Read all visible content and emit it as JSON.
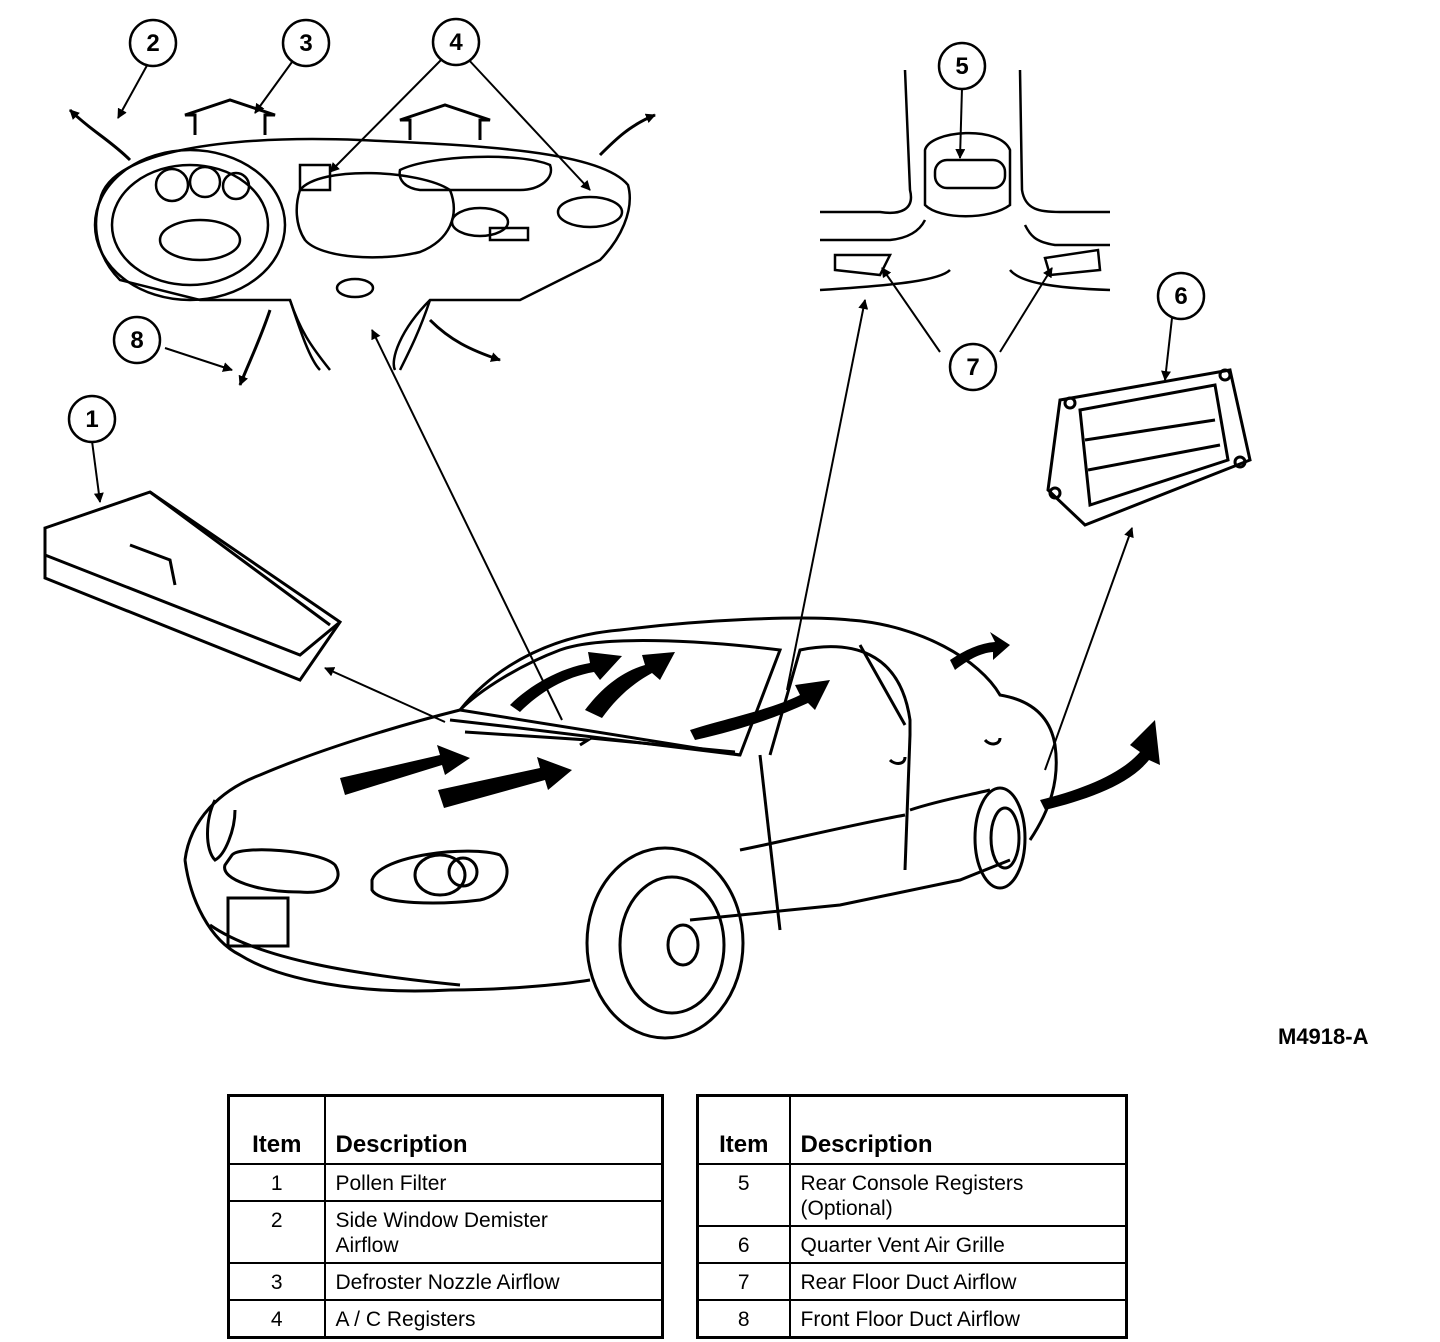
{
  "figure_code": "M4918-A",
  "callouts": [
    "1",
    "2",
    "3",
    "4",
    "5",
    "6",
    "7",
    "8"
  ],
  "legend_left": {
    "headers": {
      "item": "Item",
      "description": "Description"
    },
    "rows": [
      {
        "item": "1",
        "description": "Pollen Filter"
      },
      {
        "item": "2",
        "description": "Side Window Demister Airflow"
      },
      {
        "item": "3",
        "description": "Defroster Nozzle Airflow"
      },
      {
        "item": "4",
        "description": "A / C Registers"
      }
    ]
  },
  "legend_right": {
    "headers": {
      "item": "Item",
      "description": "Description"
    },
    "rows": [
      {
        "item": "5",
        "description": "Rear Console Registers (Optional)"
      },
      {
        "item": "6",
        "description": "Quarter Vent Air Grille"
      },
      {
        "item": "7",
        "description": "Rear Floor Duct Airflow"
      },
      {
        "item": "8",
        "description": "Front Floor Duct Airflow"
      }
    ]
  }
}
